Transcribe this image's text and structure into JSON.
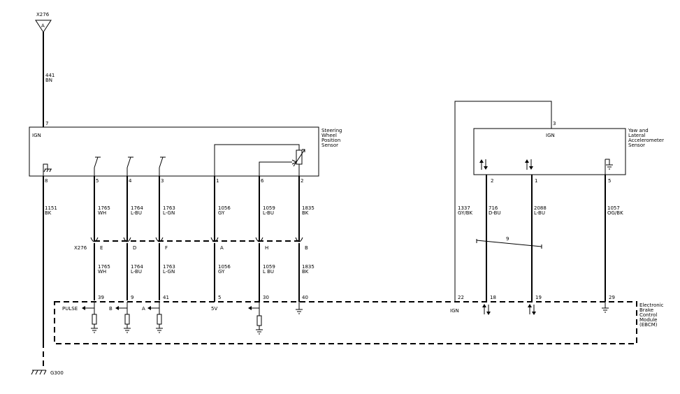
{
  "connector_top": {
    "name": "X276",
    "pin": "A"
  },
  "top_wire": {
    "circuit": "441",
    "color": "BN"
  },
  "steering_sensor": {
    "title_lines": [
      "Steering",
      "Wheel",
      "Position",
      "Sensor"
    ],
    "ign_pin": "7",
    "ign_label": "IGN"
  },
  "steering_pins": [
    "8",
    "5",
    "4",
    "3",
    "1",
    "6",
    "2"
  ],
  "steering_wires_upper": [
    {
      "circuit": "1151",
      "color": "BK"
    },
    {
      "circuit": "1765",
      "color": "WH"
    },
    {
      "circuit": "1764",
      "color": "L-BU"
    },
    {
      "circuit": "1763",
      "color": "L-GN"
    },
    {
      "circuit": "1056",
      "color": "GY"
    },
    {
      "circuit": "1059",
      "color": "L-BU"
    },
    {
      "circuit": "1835",
      "color": "BK"
    }
  ],
  "connector_mid": {
    "name": "X276",
    "pins": [
      "E",
      "D",
      "F",
      "A",
      "H",
      "B"
    ]
  },
  "steering_wires_lower": [
    {
      "circuit": "1765",
      "color": "WH"
    },
    {
      "circuit": "1764",
      "color": "L-BU"
    },
    {
      "circuit": "1763",
      "color": "L-GN"
    },
    {
      "circuit": "1056",
      "color": "GY"
    },
    {
      "circuit": "1059",
      "color": "L BU"
    },
    {
      "circuit": "1835",
      "color": "BK"
    }
  ],
  "ebcm": {
    "title_lines": [
      "Electronic",
      "Brake",
      "Control",
      "Module",
      "(EBCM)"
    ],
    "pins_left": [
      "39",
      "9",
      "41",
      "5",
      "30",
      "40"
    ],
    "pins_right": [
      "22",
      "18",
      "19",
      "29"
    ],
    "labels": {
      "pulse": "PULSE",
      "b": "B",
      "a": "A",
      "five_v": "5V",
      "ign": "IGN"
    }
  },
  "yaw_sensor": {
    "title_lines": [
      "Yaw and",
      "Lateral",
      "Accelerometer",
      "Sensor"
    ],
    "ign_pin": "3",
    "ign_label": "IGN",
    "pins": [
      "2",
      "1",
      "5"
    ]
  },
  "yaw_wires": [
    {
      "circuit": "1337",
      "color": "GY/BK"
    },
    {
      "circuit": "716",
      "color": "D-BU"
    },
    {
      "circuit": "2088",
      "color": "L-BU"
    },
    {
      "circuit": "1057",
      "color": "OG/BK"
    }
  ],
  "twist_label": "9",
  "ground": {
    "name": "G300"
  }
}
